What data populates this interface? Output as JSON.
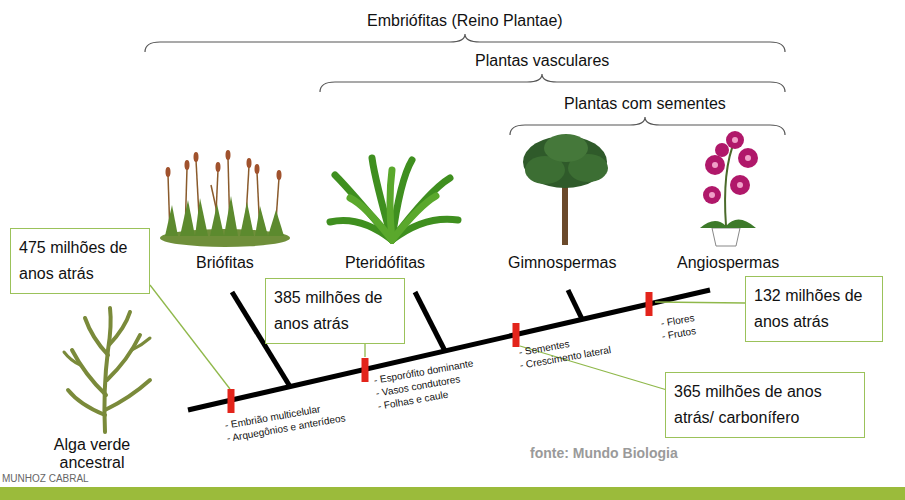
{
  "diagram": {
    "nodes": [
      {
        "text": [
          "475 milhões de anos atrás"
        ]
      },
      {
        "text": [
          "385 milhões de anos atrás"
        ]
      },
      {
        "text": [
          "365 milhões de anos atrás/ carbonífero"
        ]
      },
      {
        "text": [
          "132 milhões de anos atrás"
        ]
      }
    ],
    "labels": [
      "Embriófitas (Reino Plantae)",
      "Plantas vasculares",
      "Plantas com sementes",
      "Briófitas",
      "Pteridófitas",
      "Gimnospermas",
      "Angiospermas",
      "Alga verde ancestral",
      "- Embrião multicelular",
      "- Arquegônios e anterídeos",
      "- Esporófito dominante",
      "- Vasos condutores",
      "- Folhas e caule",
      "- Sementes",
      "- Crescimento lateral",
      "- Flores",
      "- Frutos",
      "fonte: Mundo Biologia",
      "MUNHOZ CABRAL"
    ]
  }
}
